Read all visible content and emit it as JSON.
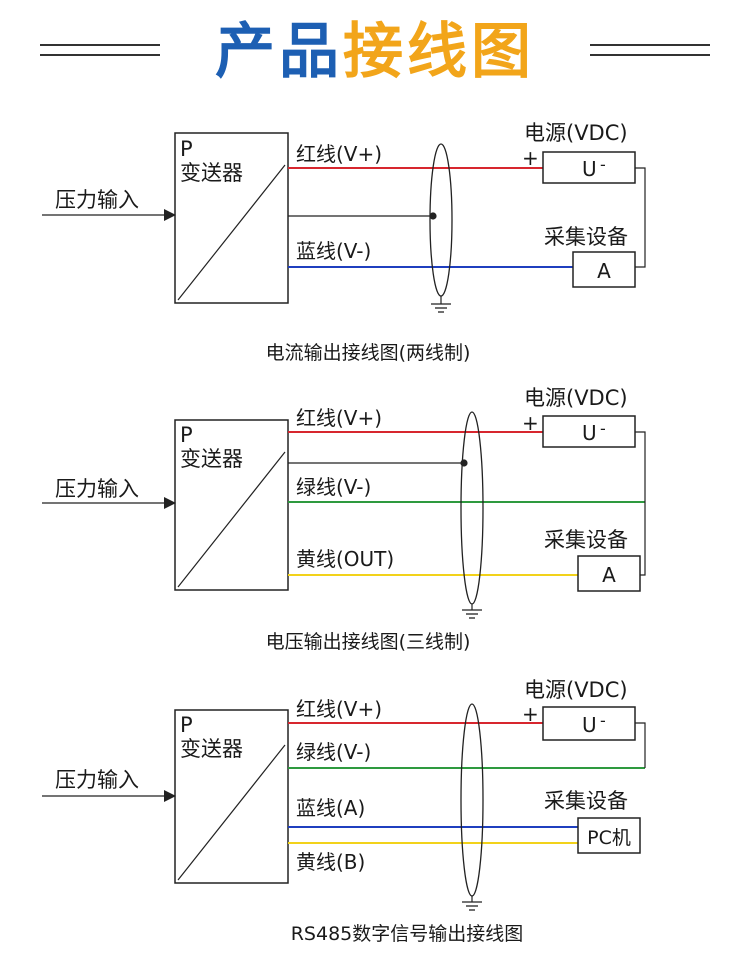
{
  "header": {
    "title_part1": "产品",
    "title_part2": "接线图"
  },
  "diagrams": [
    {
      "caption": "电流输出接线图(两线制)",
      "transmitter": {
        "line1": "P",
        "line2": "变送器"
      },
      "input_label": "压力输入",
      "wires": [
        {
          "label": "红线(V+)",
          "color": "#d7262e"
        },
        {
          "label": "蓝线(V-)",
          "color": "#1f3fbf"
        }
      ],
      "power": {
        "label": "电源(VDC)",
        "plus": "+",
        "box": "U",
        "minus": "-"
      },
      "device": {
        "label": "采集设备",
        "box": "A"
      }
    },
    {
      "caption": "电压输出接线图(三线制)",
      "transmitter": {
        "line1": "P",
        "line2": "变送器"
      },
      "input_label": "压力输入",
      "wires": [
        {
          "label": "红线(V+)",
          "color": "#d7262e"
        },
        {
          "label": "绿线(V-)",
          "color": "#2e9a3f"
        },
        {
          "label": "黄线(OUT)",
          "color": "#f2d21a"
        }
      ],
      "power": {
        "label": "电源(VDC)",
        "plus": "+",
        "box": "U",
        "minus": "-"
      },
      "device": {
        "label": "采集设备",
        "box": "A"
      }
    },
    {
      "caption": "RS485数字信号输出接线图",
      "transmitter": {
        "line1": "P",
        "line2": "变送器"
      },
      "input_label": "压力输入",
      "wires": [
        {
          "label": "红线(V+)",
          "color": "#d7262e"
        },
        {
          "label": "绿线(V-)",
          "color": "#2e9a3f"
        },
        {
          "label": "蓝线(A)",
          "color": "#1f3fbf"
        },
        {
          "label": "黄线(B)",
          "color": "#f2d21a"
        }
      ],
      "power": {
        "label": "电源(VDC)",
        "plus": "+",
        "box": "U",
        "minus": "-"
      },
      "device": {
        "label": "采集设备",
        "box": "PC机"
      }
    }
  ]
}
